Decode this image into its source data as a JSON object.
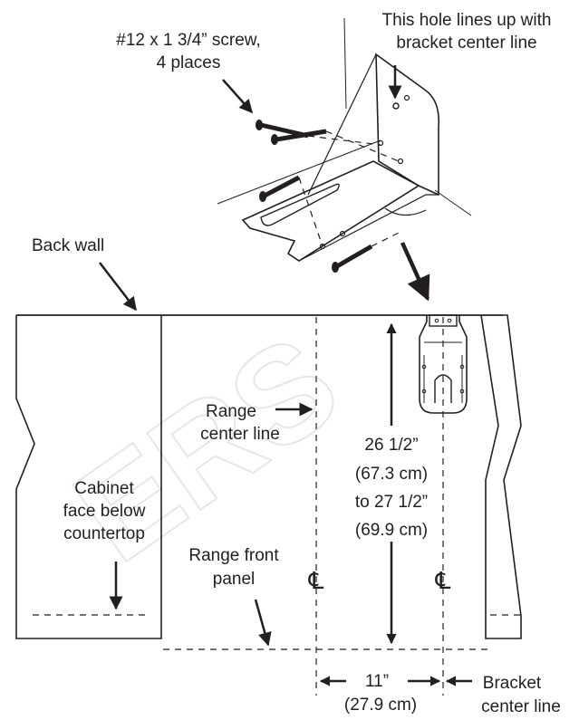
{
  "labels": {
    "hole_note_line1": "This hole lines up with",
    "hole_note_line2": "bracket center line",
    "screw_line1": "#12 x 1 3/4” screw,",
    "screw_line2": "4 places",
    "back_wall": "Back wall",
    "range_center_line1": "Range",
    "range_center_line2": "center line",
    "cabinet_line1": "Cabinet",
    "cabinet_line2": "face below",
    "cabinet_line3": "countertop",
    "range_front_line1": "Range front",
    "range_front_line2": "panel",
    "height_line1": "26 1/2”",
    "height_line2": "(67.3 cm)",
    "height_line3": "to 27 1/2”",
    "height_line4": "(69.9 cm)",
    "width_line1": "11”",
    "width_line2": "(27.9 cm)",
    "bracket_center_line1": "Bracket",
    "bracket_center_line2": "center line",
    "centerline_symbol_left": "℄",
    "centerline_symbol_right": "℄"
  },
  "watermark": "ERS",
  "colors": {
    "ink": "#231f20",
    "watermark": "#e6e6e6",
    "background": "#ffffff"
  }
}
